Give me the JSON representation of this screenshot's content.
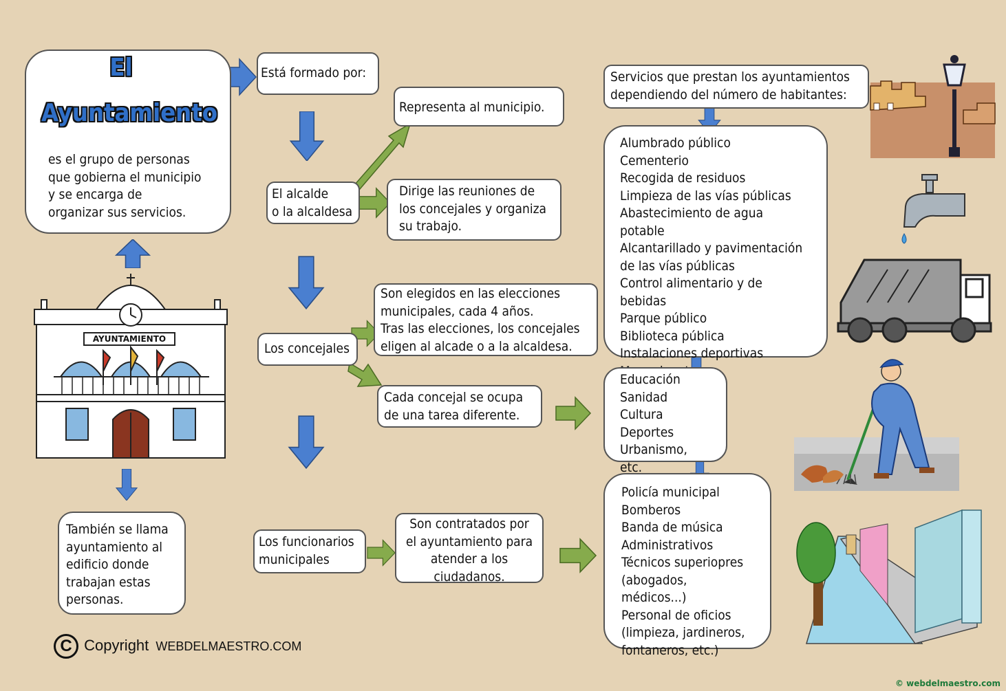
{
  "title": {
    "line1": "El",
    "line2": "Ayuntamiento"
  },
  "definition": "es el grupo de personas\nque gobierna el municipio\ny se encarga de\norganizar sus servicios.",
  "also_called": "También se llama\nayuntamiento al\nedificio donde\ntrabajan estas\npersonas.",
  "building_sign": "AYUNTAMIENTO",
  "formed_by": "Está formado por:",
  "mayor": {
    "label": "El alcalde\no la alcaldesa",
    "role1": "Representa al municipio.",
    "role2": "Dirige las reuniones de\nlos concejales y organiza\nsu trabajo."
  },
  "councillors": {
    "label": "Los concejales",
    "info1": "Son elegidos en las elecciones\nmunicipales, cada 4 años.\nTras las elecciones, los concejales\neligen al alcade o a la alcaldesa.",
    "info2": "Cada concejal se ocupa\nde una tarea diferente."
  },
  "officials": {
    "label": "Los funcionarios\nmunicipales",
    "info": "Son contratados por\nel ayuntamiento para\natender a los\nciudadanos."
  },
  "services_header": "Servicios que prestan los ayuntamientos\ndependiendo del número de habitantes:",
  "services_list": "Alumbrado público\nCementerio\nRecogida de residuos\nLimpieza de las vías públicas\nAbastecimiento de agua potable\nAlcantarillado y pavimentación\nde las vías públicas\nControl alimentario y de bebidas\nParque público\nBiblioteca pública\nInstalaciones deportivas\nMercado, etc.",
  "areas_list": "Educación\nSanidad\nCultura\nDeportes\nUrbanismo, etc.",
  "staff_list": "Policía municipal\nBomberos\nBanda de música\nAdministrativos\nTécnicos superiopres\n(abogados, médicos...)\nPersonal de oficios\n(limpieza, jardineros,\nfontaneros, etc.)",
  "copyright": {
    "symbol": "C",
    "label": "Copyright",
    "site": "WEBDELMAESTRO.COM"
  },
  "watermark": "© webdelmaestro.com",
  "colors": {
    "background": "#e5d3b5",
    "blue_arrow": "#4a7fd0",
    "green_arrow": "#86ab4c",
    "title_blue": "#2f6fc8"
  }
}
